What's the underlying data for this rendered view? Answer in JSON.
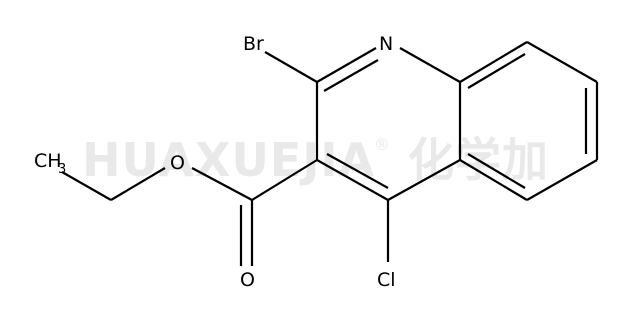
{
  "watermark": {
    "text": "HUAXUEJIA",
    "registered": "®",
    "cjk": "化学加",
    "color": "#e9e9e9"
  },
  "atoms": {
    "bromine": "Br",
    "nitrogen": "N",
    "oxygen_ether": "O",
    "oxygen_carbonyl": "O",
    "chlorine": "Cl",
    "methyl": "CH",
    "methyl_subscript": "3"
  }
}
